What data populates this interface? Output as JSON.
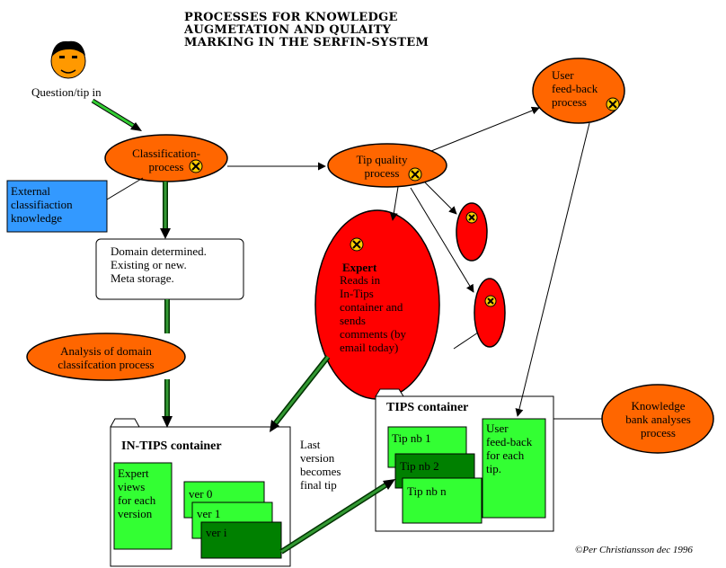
{
  "title": "PROCESSES FOR  KNOWLEDGE\nAUGMETATION AND QULAITY\nMARKING IN THE SERFIN-SYSTEM",
  "user_label": "Question/tip in",
  "nodes": {
    "classification": "Classification-\nprocess",
    "tip_quality": "Tip quality\nprocess",
    "user_feedback": "User\nfeed-back\nprocess",
    "external": "External\nclassifiaction\nknowledge",
    "domain_box": "Domain determined.\nExisting or new.\nMeta storage.",
    "analysis": "Analysis of domain\nclassifcation process",
    "expert_title": "Expert",
    "expert_body": "Reads in\nIn-Tips\ncontainer and\nsends\ncomments (by\nemail today)",
    "knowledge_bank": "Knowledge\nbank analyses\nprocess"
  },
  "in_tips": {
    "title": "IN-TIPS container",
    "expert_views": "Expert\nviews\nfor each\nversion",
    "versions": [
      "ver 0",
      "ver 1",
      "ver i"
    ]
  },
  "last_version_note": "Last\nversion\nbecomes\nfinal tip",
  "tips": {
    "title": "TIPS container",
    "items": [
      "Tip nb 1",
      "Tip nb 2",
      "Tip nb n"
    ],
    "feedback": "User\nfeed-back\nfor each\ntip."
  },
  "credit": "©Per Christiansson dec 1996",
  "colors": {
    "orange": "#FF6600",
    "red": "#FF0000",
    "light_green": "#33FF33",
    "dark_green": "#008000",
    "blue": "#3399FF",
    "arrow_green": "#339933"
  }
}
